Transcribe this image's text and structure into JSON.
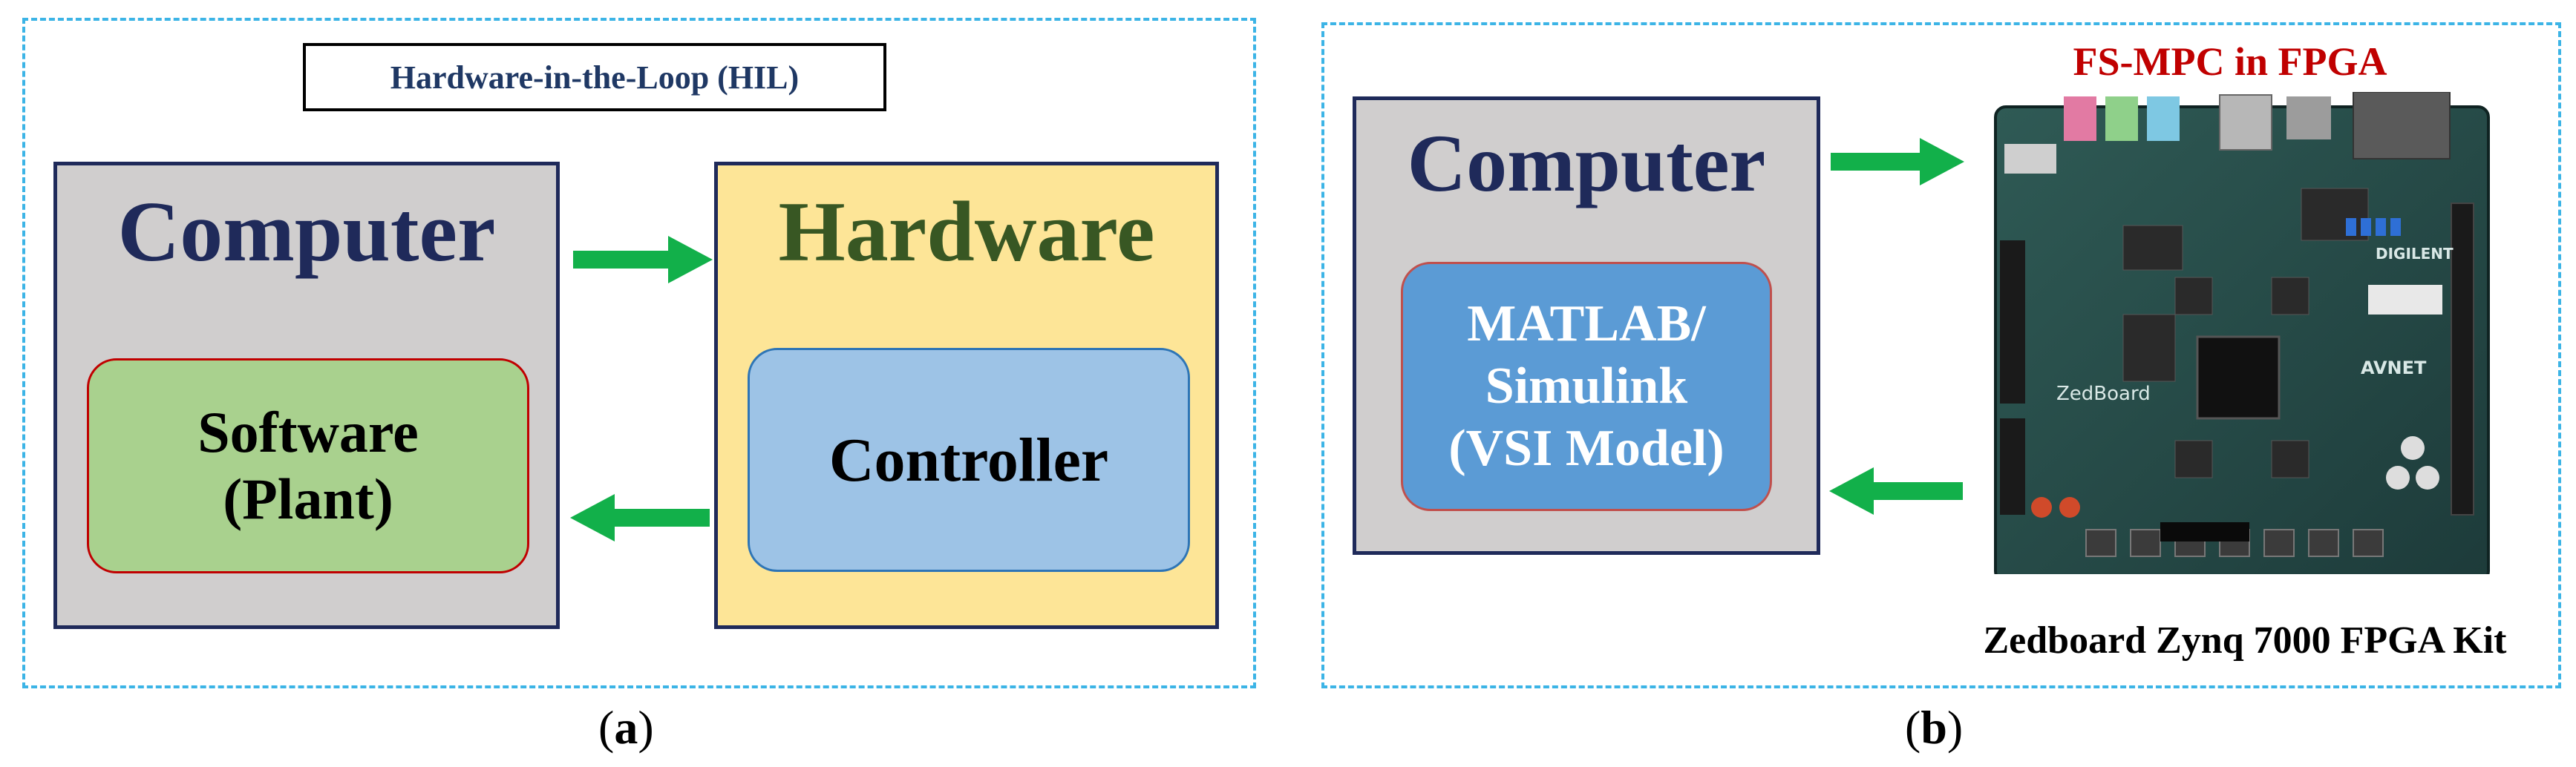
{
  "panel_a": {
    "hil_label": "Hardware-in-the-Loop (HIL)",
    "computer_title": "Computer",
    "software_line1": "Software",
    "software_line2": "(Plant)",
    "hardware_title": "Hardware",
    "controller_label": "Controller",
    "caption_open": "(",
    "caption_letter": "a",
    "caption_close": ")"
  },
  "panel_b": {
    "computer_title": "Computer",
    "matlab_line1": "MATLAB/",
    "matlab_line2": "Simulink",
    "matlab_line3": "(VSI Model)",
    "fpga_title": "FS-MPC in FPGA",
    "board_caption": "Zedboard Zynq 7000 FPGA Kit",
    "board_brand": "ZedBoard",
    "board_vendor": "AVNET",
    "board_maker": "DIGILENT",
    "caption_open": "(",
    "caption_letter": "b",
    "caption_close": ")"
  },
  "colors": {
    "panel_border": "#3cb4e6",
    "box_border": "#1f2a5a",
    "computer_fill": "#d0cece",
    "hardware_fill": "#fde597",
    "software_fill": "#a9d18e",
    "controller_fill": "#9dc3e6",
    "matlab_fill": "#5b9bd5",
    "arrow": "#12b04a",
    "title_navy": "#1f2a5a",
    "title_green": "#385723",
    "fpga_title_red": "#c00000"
  }
}
